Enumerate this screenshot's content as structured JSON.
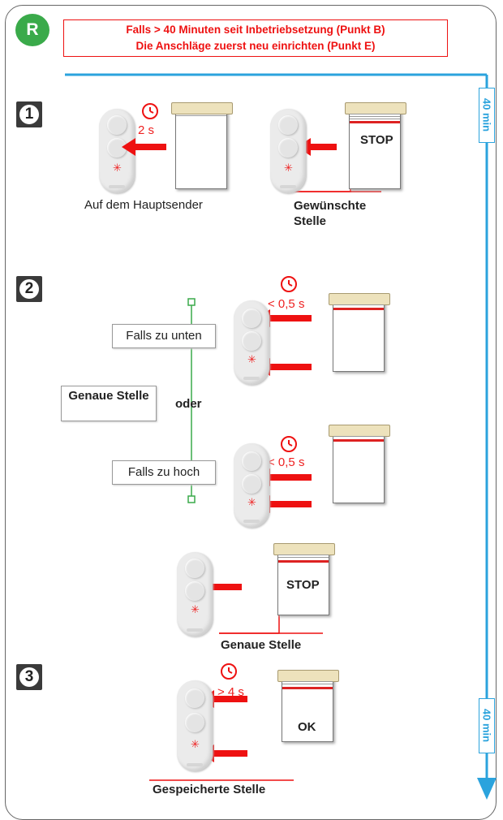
{
  "badge": "R",
  "warning": {
    "line1": "Falls > 40 Minuten seit Inbetriebsetzung (Punkt B)",
    "line2": "Die Anschläge zuerst neu einrichten (Punkt E)"
  },
  "timeline": {
    "top_label": "40 min",
    "bottom_label": "40 min"
  },
  "steps": [
    "1",
    "2",
    "3"
  ],
  "step1": {
    "time": "2 s",
    "caption": "Auf dem Hauptsender",
    "stop": "STOP",
    "position_label": "Gewünschte Stelle"
  },
  "step2": {
    "left_label": "Genaue Stelle",
    "or": "oder",
    "case_low": "Falls zu unten",
    "case_high": "Falls zu hoch",
    "time_low": "< 0,5 s",
    "time_high": "< 0,5 s",
    "stop": "STOP",
    "result_label": "Genaue Stelle"
  },
  "step3": {
    "time": "> 4 s",
    "ok": "OK",
    "result_label": "Gespeicherte Stelle"
  },
  "colors": {
    "accent_red": "#e11111",
    "timeline_blue": "#2ba3dd",
    "badge_green": "#3aaa4a",
    "bracket_green": "#3aaa4a"
  }
}
